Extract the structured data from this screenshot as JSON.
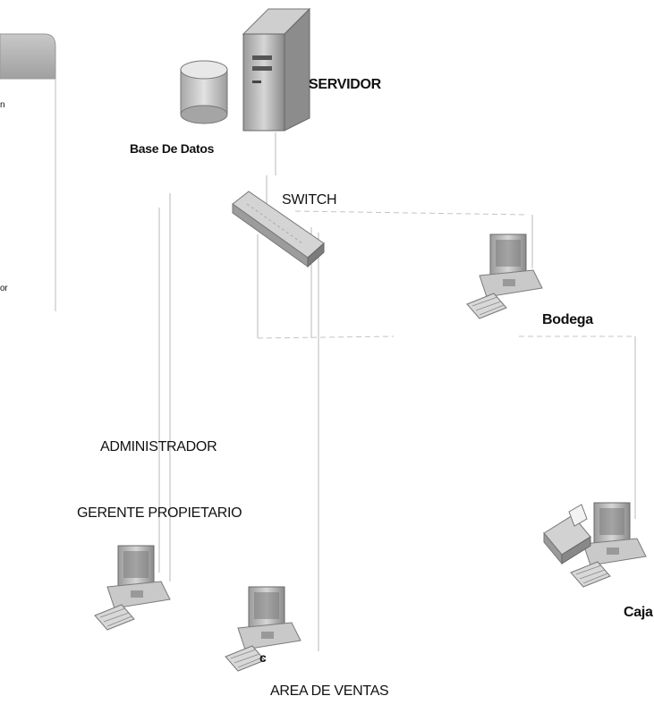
{
  "nodes": {
    "server": {
      "label": "SERVIDOR",
      "icon": "server-tower-icon"
    },
    "database": {
      "label": "Base De Datos",
      "icon": "database-cylinder-icon"
    },
    "switch": {
      "label": "SWITCH",
      "icon": "network-switch-icon"
    },
    "bodega": {
      "label": "Bodega",
      "icon": "desktop-computer-icon"
    },
    "caja": {
      "label": "Caja",
      "icon": "desktop-computer-with-printer-icon"
    },
    "gerente": {
      "label": "GERENTE PROPIETARIO",
      "icon": "desktop-computer-icon"
    },
    "administrador": {
      "label": "ADMINISTRADOR"
    },
    "ventas": {
      "label": "AREA DE VENTAS",
      "sublabel": "c",
      "icon": "desktop-computer-icon"
    }
  },
  "left_panel": {
    "fragments": [
      "n",
      "or"
    ]
  },
  "colors": {
    "line": "#b8b8b8",
    "icon_fill": "#bdbdbd",
    "icon_dark": "#555555",
    "text": "#111111"
  }
}
